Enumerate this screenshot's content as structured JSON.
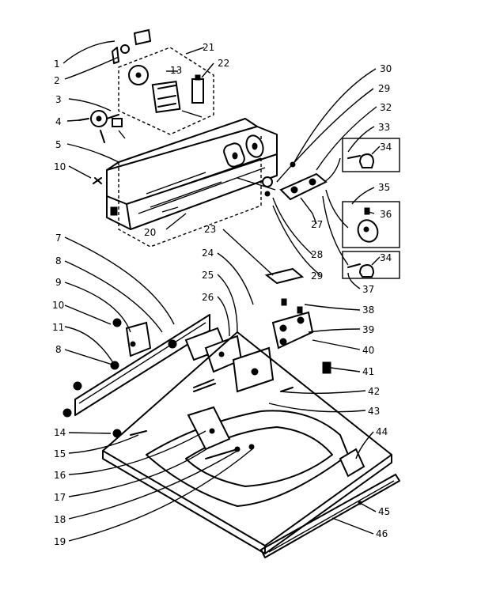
{
  "callouts": {
    "c1": "1",
    "c2": "2",
    "c3": "3",
    "c4": "4",
    "c5": "5",
    "c7": "7",
    "c8a": "8",
    "c8b": "8",
    "c9": "9",
    "c10a": "10",
    "c10b": "10",
    "c11": "11",
    "c13": "13",
    "c14": "14",
    "c15": "15",
    "c16": "16",
    "c17": "17",
    "c18": "18",
    "c19": "19",
    "c20": "20",
    "c21": "21",
    "c22": "22",
    "c23": "23",
    "c24": "24",
    "c25": "25",
    "c26": "26",
    "c27": "27",
    "c28": "28",
    "c29a": "29",
    "c29b": "29",
    "c30": "30",
    "c32": "32",
    "c33": "33",
    "c34a": "34",
    "c34b": "34",
    "c35": "35",
    "c36": "36",
    "c37": "37",
    "c38": "38",
    "c39": "39",
    "c40": "40",
    "c41": "41",
    "c42": "42",
    "c43": "43",
    "c44": "44",
    "c45": "45",
    "c46": "46"
  }
}
